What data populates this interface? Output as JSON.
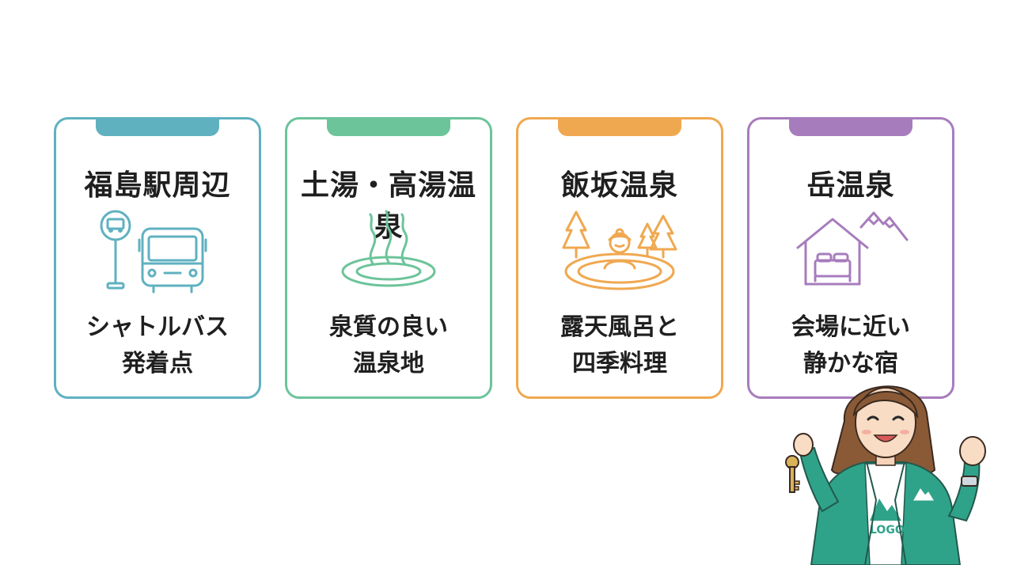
{
  "colors": {
    "card1": "#5fb1c0",
    "card2": "#6cc49a",
    "card3": "#f0a850",
    "card4": "#a77cbc",
    "jacket": "#2fa38a"
  },
  "cards": [
    {
      "title": "福島駅周辺",
      "icon": "bus-stop-icon",
      "desc_line1": "シャトルバス",
      "desc_line2": "発着点"
    },
    {
      "title": "土湯・高湯温泉",
      "icon": "hot-spring-icon",
      "desc_line1": "泉質の良い",
      "desc_line2": "温泉地"
    },
    {
      "title": "飯坂温泉",
      "icon": "outdoor-bath-icon",
      "desc_line1": "露天風呂と",
      "desc_line2": "四季料理"
    },
    {
      "title": "岳温泉",
      "icon": "mountain-inn-icon",
      "desc_line1": "会場に近い",
      "desc_line2": "静かな宿"
    }
  ],
  "guide": {
    "shirt_logo": "LOGO"
  }
}
